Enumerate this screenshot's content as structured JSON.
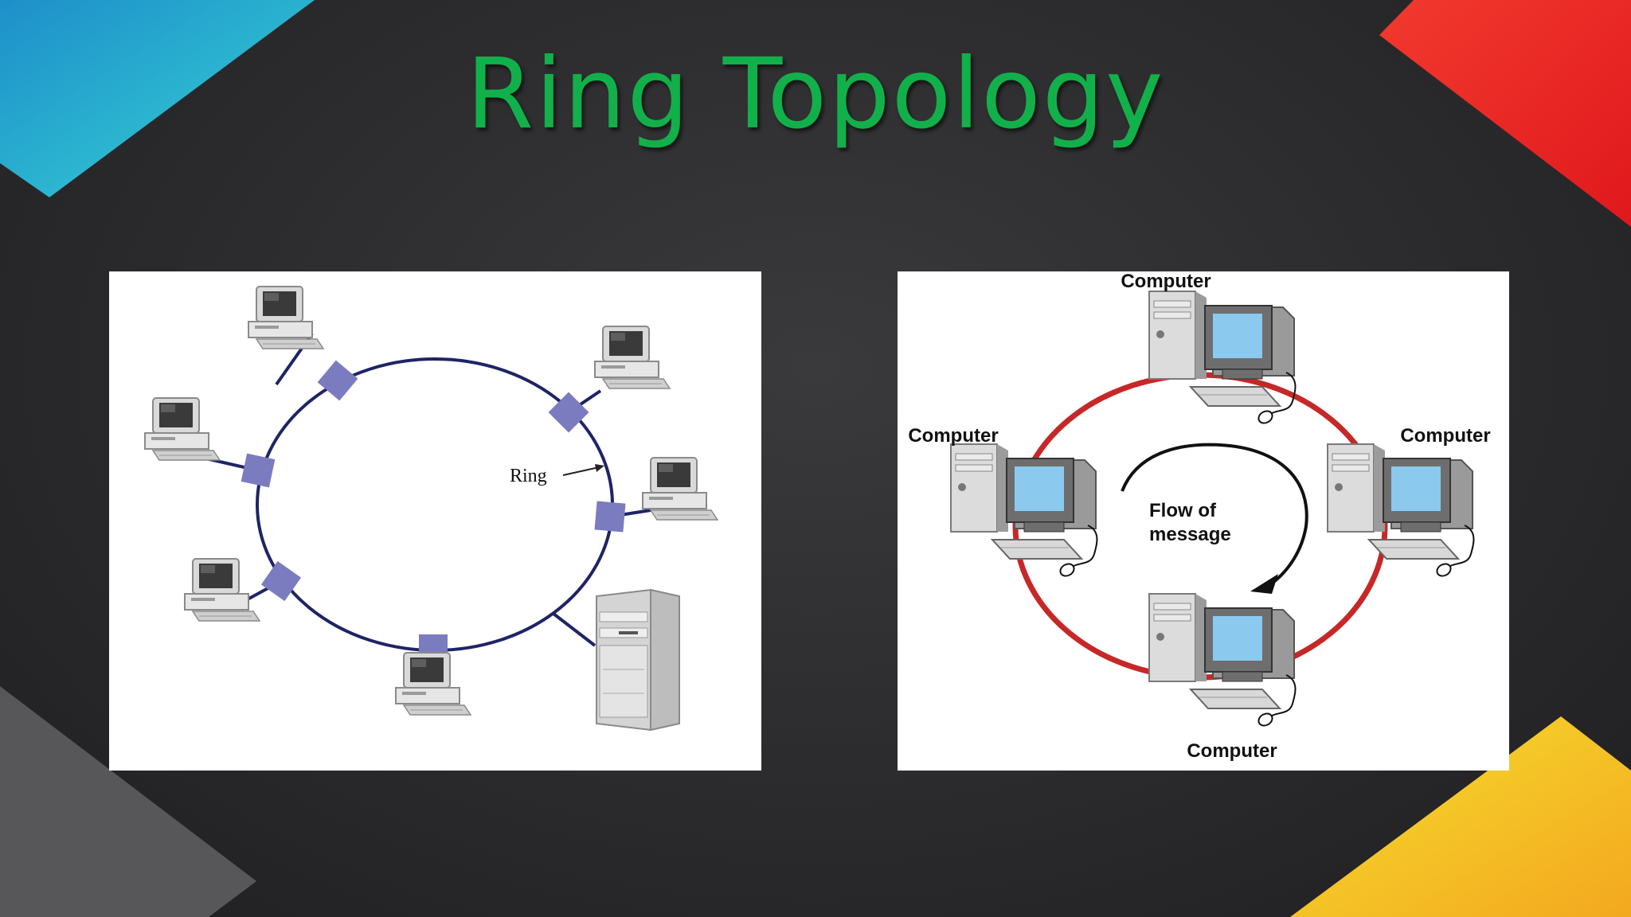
{
  "slide": {
    "title": "Ring Topology",
    "corner_colors": {
      "top_left": "#2ec6d8",
      "top_right": "#f02a26",
      "bottom_left": "#5a5a5c",
      "bottom_right": "#f7c52a"
    }
  },
  "left_diagram": {
    "ring_label": "Ring",
    "ring_color": "#1f2466",
    "connector_color": "#7b7bbf"
  },
  "right_diagram": {
    "top_label": "Computer",
    "left_label": "Computer",
    "right_label": "Computer",
    "bottom_label": "Computer",
    "flow_label_line1": "Flow of",
    "flow_label_line2": "message",
    "ring_color": "#c62828"
  }
}
